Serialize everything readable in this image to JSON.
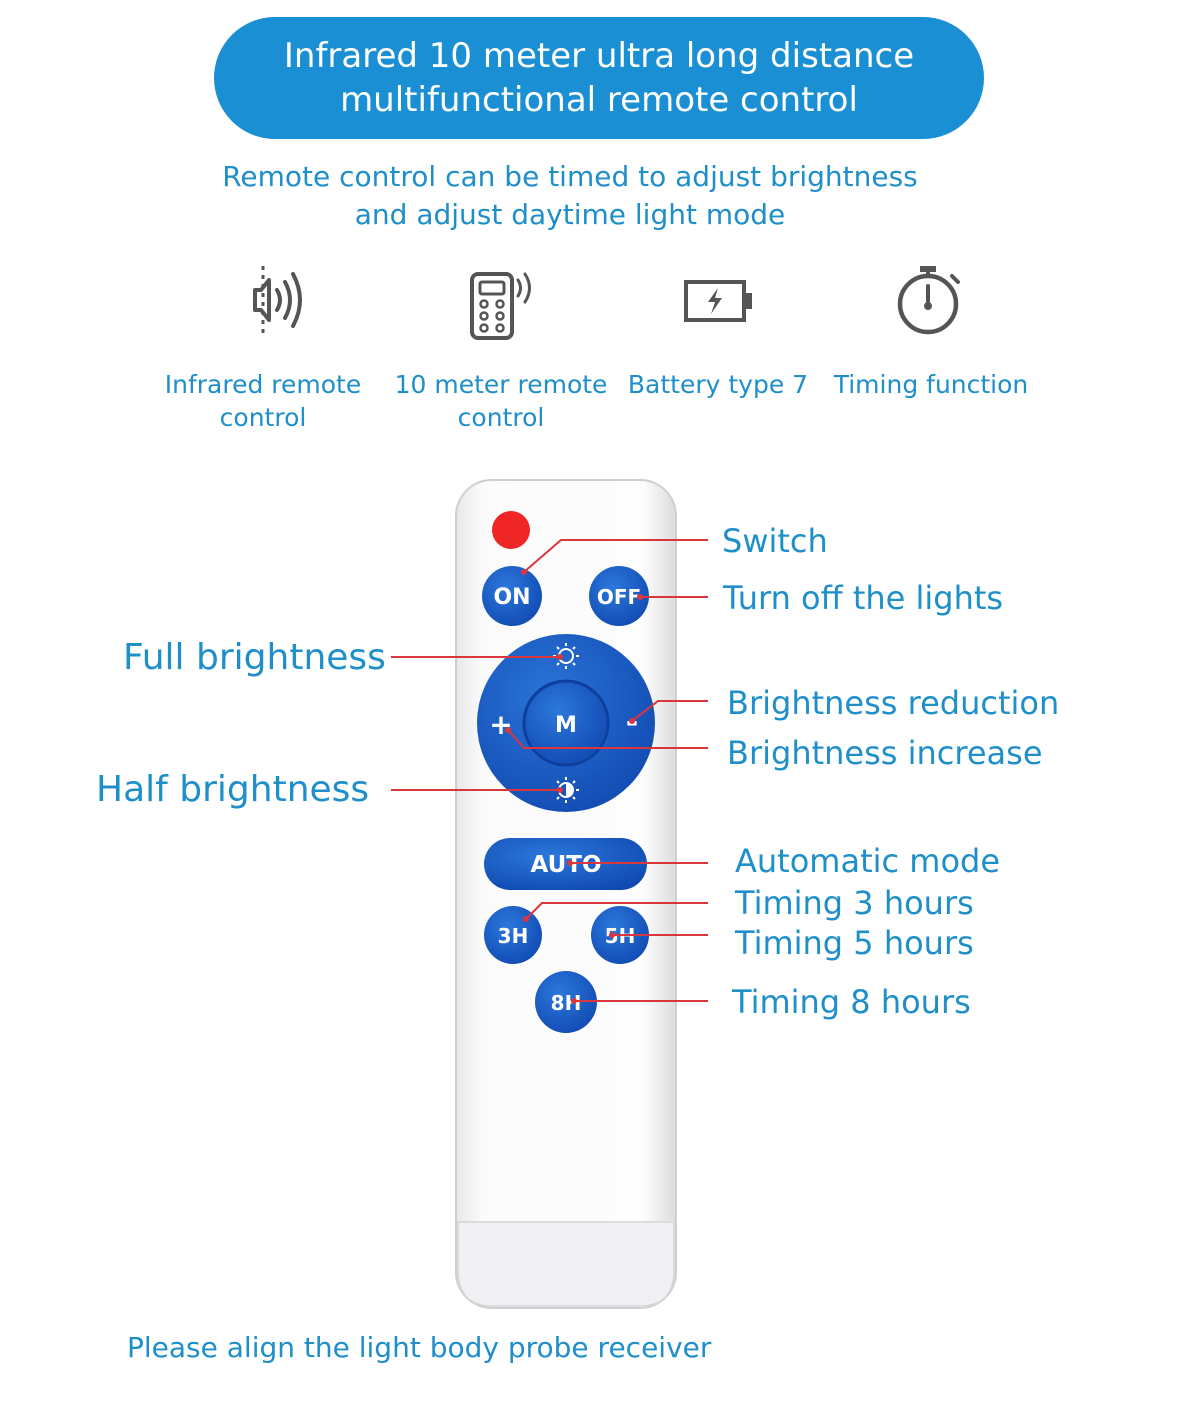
{
  "banner": {
    "line1": "Infrared 10 meter ultra long distance",
    "line2": "multifunctional remote control"
  },
  "subtitle": {
    "line1": "Remote control can be timed to adjust brightness",
    "line2": "and adjust daytime light mode"
  },
  "features": [
    {
      "icon": "infrared-signal-icon",
      "line1": "Infrared remote",
      "line2": "control"
    },
    {
      "icon": "remote-signal-icon",
      "line1": "10 meter remote",
      "line2": "control"
    },
    {
      "icon": "battery-icon",
      "line1": "Battery type 7",
      "line2": ""
    },
    {
      "icon": "timer-icon",
      "line1": "Timing function",
      "line2": ""
    }
  ],
  "remote": {
    "buttons": {
      "on": "ON",
      "off": "OFF",
      "mode": "M",
      "plus": "+",
      "minus": "-",
      "auto": "AUTO",
      "h3": "3H",
      "h5": "5H",
      "h8": "8H"
    }
  },
  "callouts": {
    "switch": "Switch",
    "turn_off": "Turn off the lights",
    "full_brightness": "Full brightness",
    "brightness_reduction": "Brightness reduction",
    "brightness_increase": "Brightness increase",
    "half_brightness": "Half brightness",
    "automatic_mode": "Automatic mode",
    "timing_3": "Timing 3 hours",
    "timing_5": "Timing 5 hours",
    "timing_8": "Timing 8 hours"
  },
  "footer": "Please align the light body probe receiver",
  "colors": {
    "accent_blue": "#1b8fd3",
    "button_blue": "#1357c2",
    "leader_red": "#d9363e",
    "power_led": "#f02525"
  }
}
